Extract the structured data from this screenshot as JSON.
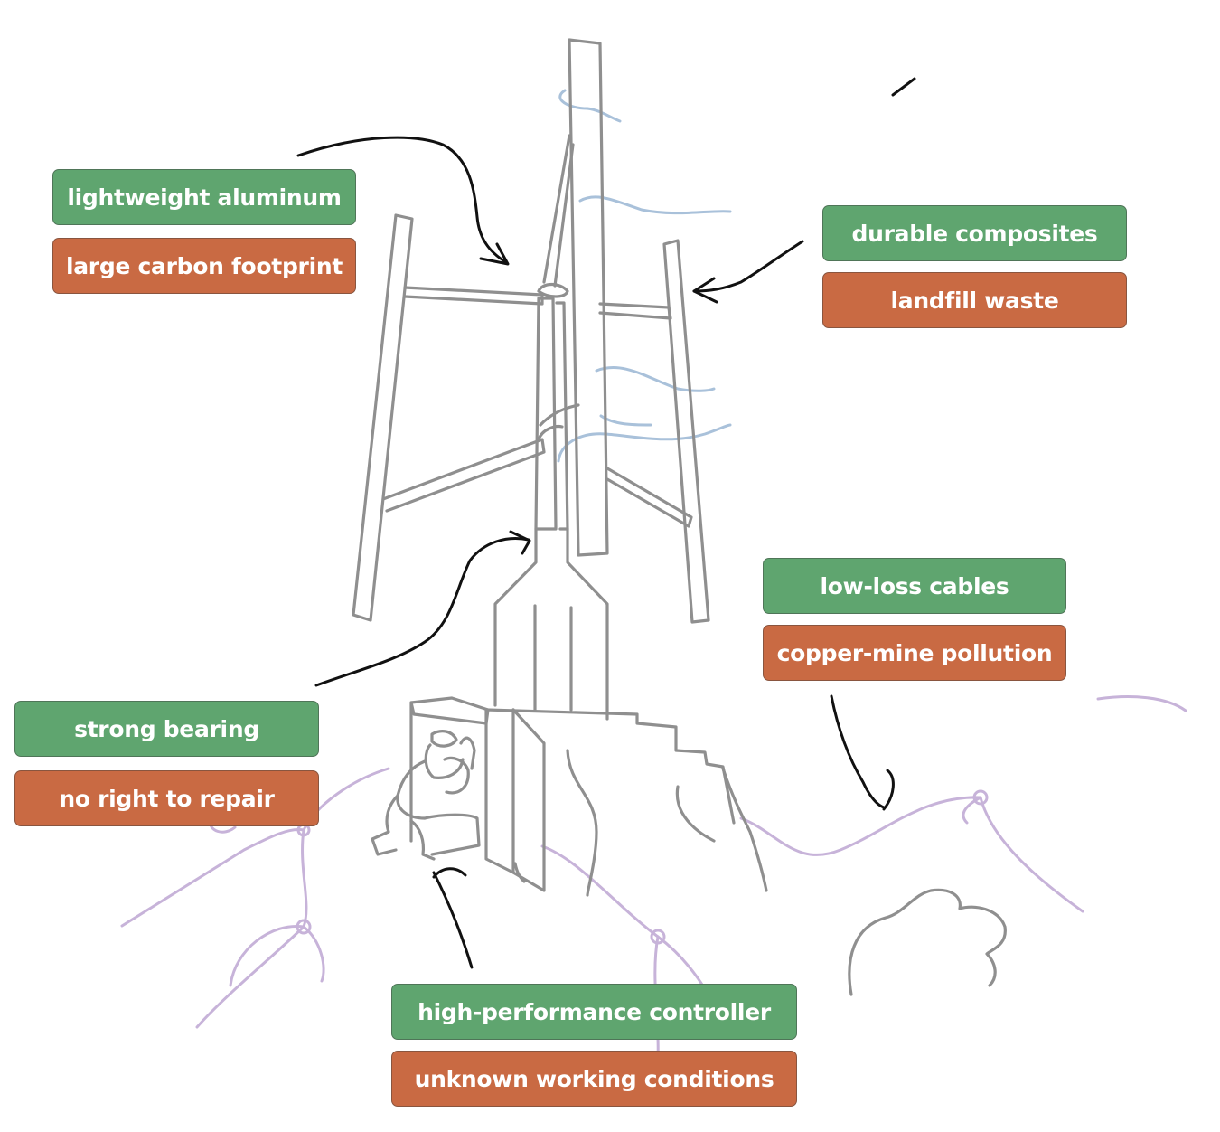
{
  "labels": {
    "aluminum": {
      "pro": "lightweight aluminum",
      "con": "large carbon footprint"
    },
    "composites": {
      "pro": "durable composites",
      "con": "landfill waste"
    },
    "cables": {
      "pro": "low-loss cables",
      "con": "copper-mine pollution"
    },
    "bearing": {
      "pro": "strong bearing",
      "con": "no right to repair"
    },
    "controller": {
      "pro": "high-performance controller",
      "con": "unknown working conditions"
    }
  },
  "colors": {
    "pro_label": "#5fa56f",
    "con_label": "#c96a43",
    "sketch": "#8f8f8f",
    "arrow": "#111111",
    "wind": "#a9c1da",
    "network": "#c7b3d9"
  }
}
